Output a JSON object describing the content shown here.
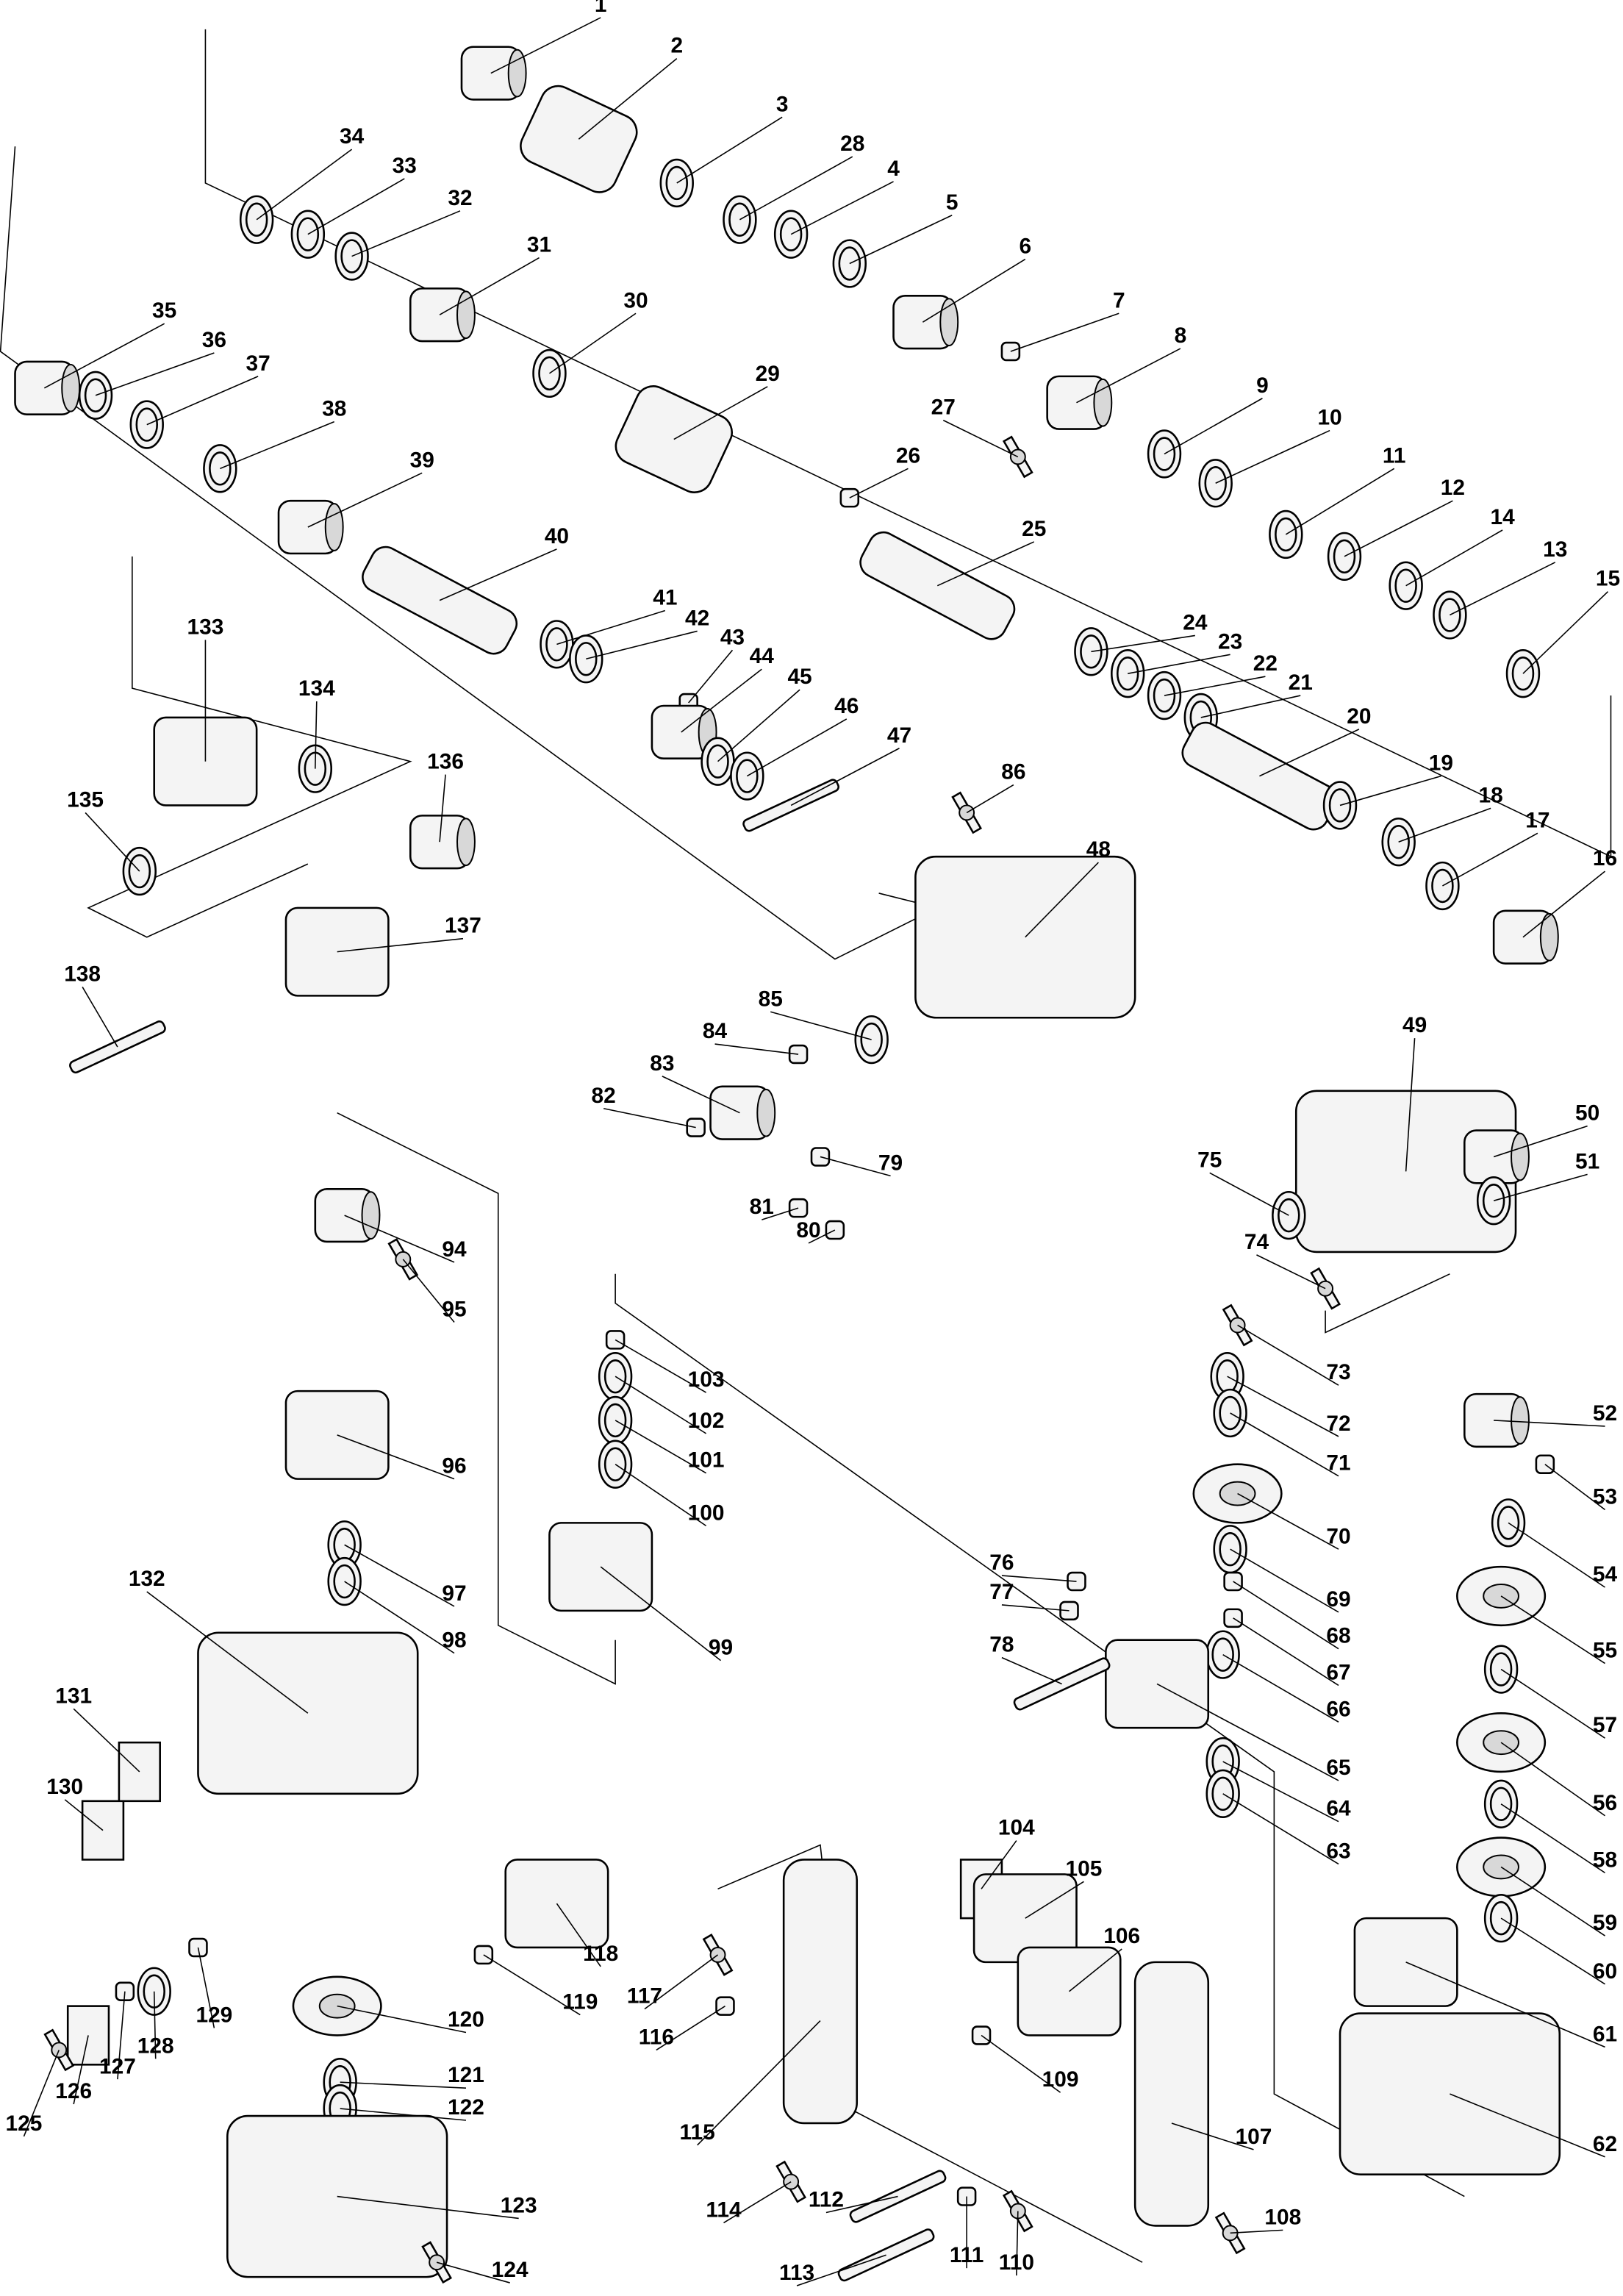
{
  "title": "Exploded parts diagram",
  "labels": [
    "1",
    "2",
    "3",
    "28",
    "4",
    "5",
    "6",
    "7",
    "8",
    "27",
    "9",
    "10",
    "11",
    "12",
    "14",
    "13",
    "15",
    "34",
    "33",
    "32",
    "31",
    "30",
    "29",
    "26",
    "25",
    "35",
    "36",
    "37",
    "38",
    "39",
    "40",
    "41",
    "42",
    "43",
    "44",
    "45",
    "46",
    "47",
    "24",
    "23",
    "22",
    "21",
    "20",
    "19",
    "18",
    "17",
    "16",
    "133",
    "134",
    "136",
    "135",
    "137",
    "138",
    "86",
    "48",
    "49",
    "85",
    "84",
    "83",
    "82",
    "79",
    "81",
    "80",
    "50",
    "51",
    "75",
    "74",
    "73",
    "72",
    "71",
    "70",
    "69",
    "68",
    "67",
    "66",
    "65",
    "64",
    "63",
    "52",
    "53",
    "54",
    "55",
    "57",
    "56",
    "58",
    "59",
    "60",
    "61",
    "62",
    "94",
    "95",
    "96",
    "97",
    "98",
    "103",
    "102",
    "101",
    "100",
    "99",
    "76",
    "77",
    "78",
    "132",
    "131",
    "130",
    "118",
    "119",
    "129",
    "128",
    "127",
    "126",
    "125",
    "120",
    "121",
    "122",
    "123",
    "124",
    "104",
    "105",
    "106",
    "109",
    "107",
    "108",
    "117",
    "116",
    "115",
    "114",
    "112",
    "111",
    "110",
    "113"
  ]
}
